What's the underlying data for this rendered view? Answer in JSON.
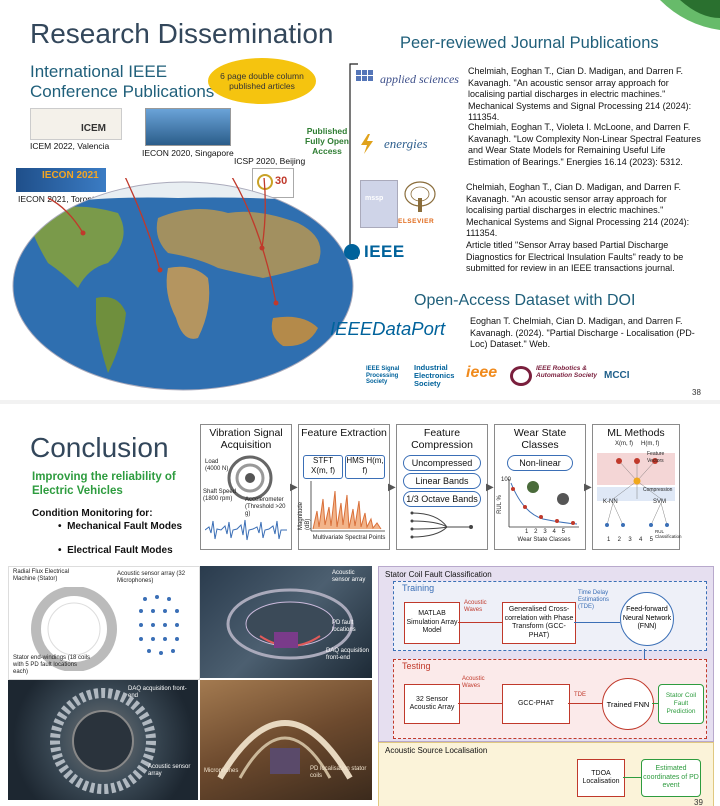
{
  "slide1": {
    "title": "Research Dissemination",
    "conf_heading": "International IEEE Conference Publications",
    "badge": "6 page double column published articles",
    "conferences": [
      {
        "label": "ICEM 2022, Valencia"
      },
      {
        "label": "IECON 2020, Singapore"
      },
      {
        "label": "ICSP 2020, Beijing"
      },
      {
        "label": "IECON 2021, Toronto"
      }
    ],
    "thumb_texts": {
      "icem": "ICEM",
      "iecon2021": "IECON 2021",
      "icsp": "30"
    },
    "journal_heading": "Peer-reviewed Journal Publications",
    "published_label": "Published Fully Open Access",
    "journals": [
      {
        "logo": "applied sciences",
        "ref": "Chelmiah, Eoghan T., Cian D. Madigan, and Darren F. Kavanagh. \"An acoustic sensor array approach for localising partial discharges in electric machines.\" Mechanical Systems and Signal Processing 214 (2024): 111354."
      },
      {
        "logo": "energies",
        "ref": "Chelmiah, Eoghan T., Violeta I. McLoone, and Darren F. Kavanagh. \"Low Complexity Non-Linear Spectral Features and Wear State Models for Remaining Useful Life Estimation of Bearings.\" Energies 16.14 (2023): 5312."
      },
      {
        "logo": "ELSEVIER",
        "ref": "Chelmiah, Eoghan T., Cian D. Madigan, and Darren F. Kavanagh. \"An acoustic sensor array approach for localising partial discharges in electric machines.\" Mechanical Systems and Signal Processing 214 (2024): 111354."
      },
      {
        "logo": "IEEE",
        "ref": "Article titled \"Sensor Array based Partial Discharge Diagnostics for Electrical Insulation Faults\" ready to be submitted for review in an IEEE transactions journal."
      }
    ],
    "mssp_text": "mssp",
    "dataset_heading": "Open-Access Dataset with DOI",
    "dataport_logo": "IEEEDataPort",
    "dataset_ref": "Eoghan T. Chelmiah, Cian D. Madigan, and Darren F. Kavanagh. (2024). \"Partial Discharge - Localisation (PD-Loc) Dataset.\" Web.",
    "societies": [
      "IEEE Signal Processing Society",
      "Industrial Electronics Society",
      "ieee",
      "IEEE Robotics & Automation Society",
      "MCCI"
    ],
    "page_number": "38",
    "colors": {
      "title": "#33475b",
      "badge": "#f5c40f",
      "green": "#2e7d32",
      "ieee_blue": "#00629b"
    }
  },
  "slide2": {
    "title": "Conclusion",
    "subtitle": "Improving the reliability of Electric Vehicles",
    "condition_heading": "Condition Monitoring for:",
    "bullets": [
      "Mechanical Fault Modes",
      "Electrical Fault Modes"
    ],
    "pipeline": [
      {
        "title": "Vibration Signal Acquisition",
        "labels": [
          "Load (4000 N)",
          "Shaft Speed (1800 rpm)",
          "Accelerometer (Threshold >20 g)"
        ]
      },
      {
        "title": "Feature Extraction",
        "pills": [
          "STFT X(m, f)",
          "HMS H(m, f)"
        ],
        "xlabel": "Multivariate Spectral Points",
        "ylabel": "Magnitude (dB)"
      },
      {
        "title": "Feature Compression",
        "pills": [
          "Uncompressed",
          "Linear Bands",
          "1/3 Octave Bands"
        ]
      },
      {
        "title": "Wear State Classes",
        "pills": [
          "Non-linear"
        ],
        "xlabel": "Wear State Classes",
        "ylabel": "RUL %",
        "ticks": [
          "1",
          "2",
          "3",
          "4",
          "5"
        ],
        "y_top": "100"
      },
      {
        "title": "ML Methods",
        "labels": [
          "X(m, f)",
          "H(m, f)",
          "Feature Vectors",
          "Compression",
          "K-NN",
          "SVM",
          "RUL Classification"
        ],
        "ticks": [
          "1",
          "2",
          "3",
          "4",
          "5"
        ]
      }
    ],
    "photo_labels": {
      "machine": "Radial Flux Electrical Machine (Stator)",
      "array": "Acoustic sensor array (32 Microphones)",
      "windings": "Stator end-windings (18 coils with 5 PD fault locations each)",
      "rig_array": "Acoustic sensor array",
      "pd_fault": "PD fault locations",
      "daq": "DAQ acquisition front-end",
      "daq2": "DAQ acquisition front-end",
      "acoustic_array": "Acoustic sensor array",
      "microphones": "Microphones",
      "pd_loc": "PD localisation stator coils"
    },
    "stator_panel": {
      "heading": "Stator Coil Fault Classification",
      "training": {
        "label": "Training",
        "nodes": [
          "MATLAB Simulation Array Model",
          "Generalised Cross-correlation with Phase Transform (GCC-PHAT)",
          "Feed-forward Neural Network (FNN)"
        ],
        "edges": [
          "Acoustic Waves",
          "Time Delay Estimations (TDE)"
        ]
      },
      "testing": {
        "label": "Testing",
        "nodes": [
          "32 Sensor Acoustic Array",
          "GCC-PHAT",
          "Trained FNN",
          "Stator Coil Fault Prediction"
        ],
        "edges": [
          "Acoustic Waves",
          "TDE"
        ]
      }
    },
    "localisation_panel": {
      "heading": "Acoustic Source Localisation",
      "nodes": [
        "TDOA Localisation",
        "Estimated coordinates of PD event"
      ]
    },
    "page_number": "39",
    "colors": {
      "title": "#33475b",
      "subtitle": "#2e9c3f",
      "purple": "#e6dff0",
      "yellow": "#fbf3d9"
    }
  }
}
